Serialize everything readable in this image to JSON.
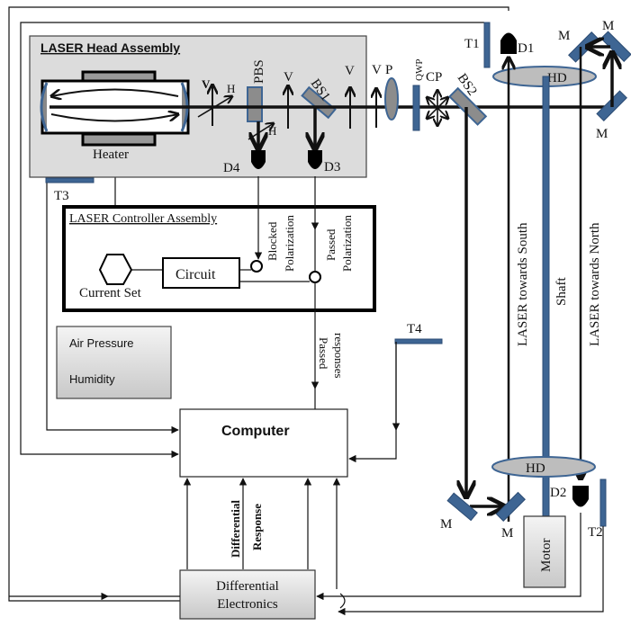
{
  "diagram": {
    "laser_head": {
      "title": "LASER Head Assembly",
      "heater_label": "Heater",
      "polarization_labels": {
        "v1": "V",
        "h1": "H",
        "h2": "H",
        "v2": "V",
        "v3": "V",
        "v4": "V"
      },
      "pbs_label": "PBS",
      "bs1_label": "BS1",
      "d4_label": "D4",
      "d3_label": "D3"
    },
    "beam_path": {
      "p_label": "P",
      "qwp_label": "QWP",
      "cp_label": "CP",
      "bs2_label": "BS2",
      "t1_label": "T1",
      "d1_label": "D1",
      "hd_top_label": "HD",
      "mirror_label": "M"
    },
    "controller": {
      "title": "LASER Controller Assembly",
      "current_set_label": "Current Set",
      "circuit_label": "Circuit",
      "blocked_label_1": "Blocked",
      "blocked_label_2": "Polarization",
      "passed_label_1": "Passed",
      "passed_label_2": "Polarization"
    },
    "environment": {
      "air_pressure": "Air Pressure",
      "humidity": "Humidity"
    },
    "sensors": {
      "t3_label": "T3",
      "t4_label": "T4",
      "t2_label": "T2",
      "d2_label": "D2"
    },
    "signals": {
      "passed_responses_1": "Passed",
      "passed_responses_2": "responses",
      "differential_response_1": "Differential",
      "differential_response_2": "Response"
    },
    "computer_label": "Computer",
    "differential_electronics_1": "Differential",
    "differential_electronics_2": "Electronics",
    "vertical_labels": {
      "south": "LASER towards South",
      "shaft": "Shaft",
      "north": "LASER towards North"
    },
    "hd_bottom_label": "HD",
    "motor_label": "Motor"
  }
}
